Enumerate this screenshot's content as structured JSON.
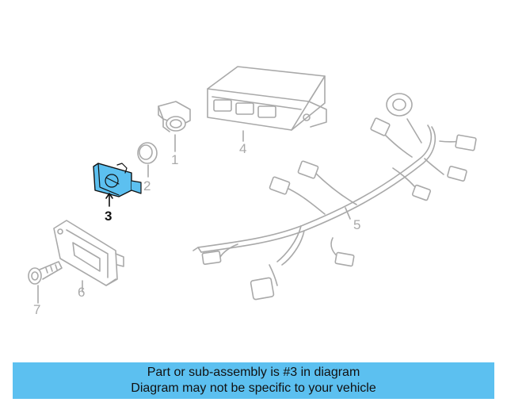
{
  "callouts": {
    "c1": "1",
    "c2": "2",
    "c3": "3",
    "c4": "4",
    "c5": "5",
    "c6": "6",
    "c7": "7"
  },
  "highlighted_part": "3",
  "colors": {
    "highlight_fill": "#5cc0f0",
    "line_art": "#a9a9a9",
    "active_text": "#111111",
    "banner_bg": "#5cc0f0"
  },
  "banner": {
    "line1": "Part or sub-assembly is #3 in diagram",
    "line2": "Diagram may not be specific to your vehicle"
  }
}
